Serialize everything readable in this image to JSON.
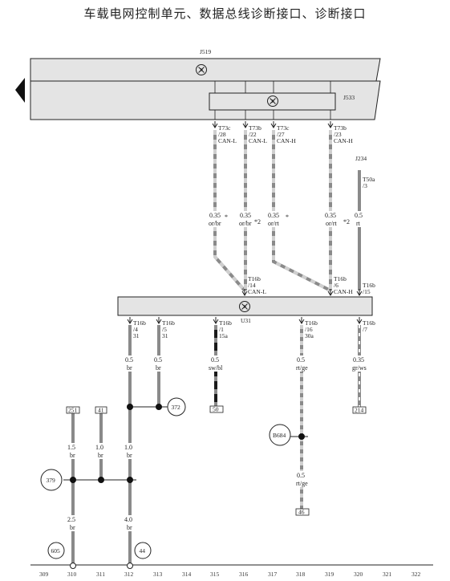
{
  "title": "车载电网控制单元、数据总线诊断接口、诊断接口",
  "components": {
    "j519": "J519",
    "j533": "J533",
    "j234": "J234",
    "u31": "U31"
  },
  "upper_connectors": [
    {
      "pin": "T73c",
      "num": "/28",
      "sig": "CAN-L"
    },
    {
      "pin": "T73b",
      "num": "/22",
      "sig": "CAN-L"
    },
    {
      "pin": "T73c",
      "num": "/27",
      "sig": "CAN-H"
    },
    {
      "pin": "T73b",
      "num": "/23",
      "sig": "CAN-H"
    }
  ],
  "j234_pin": {
    "pin": "T50a",
    "num": "/3"
  },
  "upper_wires": [
    {
      "size": "0.35",
      "color": "or/br",
      "mark": "*"
    },
    {
      "size": "0.35",
      "color": "or/br",
      "mark": "*2"
    },
    {
      "size": "0.35",
      "color": "or/rt",
      "mark": "*"
    },
    {
      "size": "0.35",
      "color": "or/rt",
      "mark": "*2"
    },
    {
      "size": "0.5",
      "color": "rt",
      "mark": ""
    }
  ],
  "u31_top_pins": [
    {
      "pin": "T16b",
      "num": "/14",
      "sig": "CAN-L"
    },
    {
      "pin": "T16b",
      "num": "/6",
      "sig": "CAN-H"
    },
    {
      "pin": "T16b",
      "num": "/15",
      "sig": ""
    }
  ],
  "u31_bottom_pins": [
    {
      "pin": "T16b",
      "num": "/4",
      "sig": "31"
    },
    {
      "pin": "T16b",
      "num": "/5",
      "sig": "31"
    },
    {
      "pin": "T16b",
      "num": "/1",
      "sig": "15a"
    },
    {
      "pin": "T16b",
      "num": "/16",
      "sig": "30a"
    },
    {
      "pin": "T16b",
      "num": "/7",
      "sig": ""
    }
  ],
  "lower_wires": [
    {
      "size": "0.5",
      "color": "br"
    },
    {
      "size": "0.5",
      "color": "br"
    },
    {
      "size": "0.5",
      "color": "sw/bl"
    },
    {
      "size": "0.5",
      "color": "rt/ge"
    },
    {
      "size": "0.35",
      "color": "gr/ws"
    }
  ],
  "ref_boxes": [
    "251",
    "41",
    "50",
    "214",
    "46"
  ],
  "ground_wires": [
    {
      "size": "1.5",
      "color": "br"
    },
    {
      "size": "1.0",
      "color": "br"
    },
    {
      "size": "1.0",
      "color": "br"
    },
    {
      "size": "2.5",
      "color": "br"
    },
    {
      "size": "4.0",
      "color": "br"
    },
    {
      "size": "0.5",
      "color": "rt/ge"
    }
  ],
  "circle_refs": [
    "372",
    "379",
    "B684",
    "605",
    "44"
  ],
  "column_numbers": [
    "309",
    "310",
    "311",
    "312",
    "313",
    "314",
    "315",
    "316",
    "317",
    "318",
    "319",
    "320",
    "321",
    "322"
  ],
  "colors": {
    "housing": "#e4e4e4",
    "wire_gray": "#8a8a8a",
    "wire_light": "#cfcfcf",
    "wire_dark": "#1a1a1a",
    "line": "#222222"
  }
}
